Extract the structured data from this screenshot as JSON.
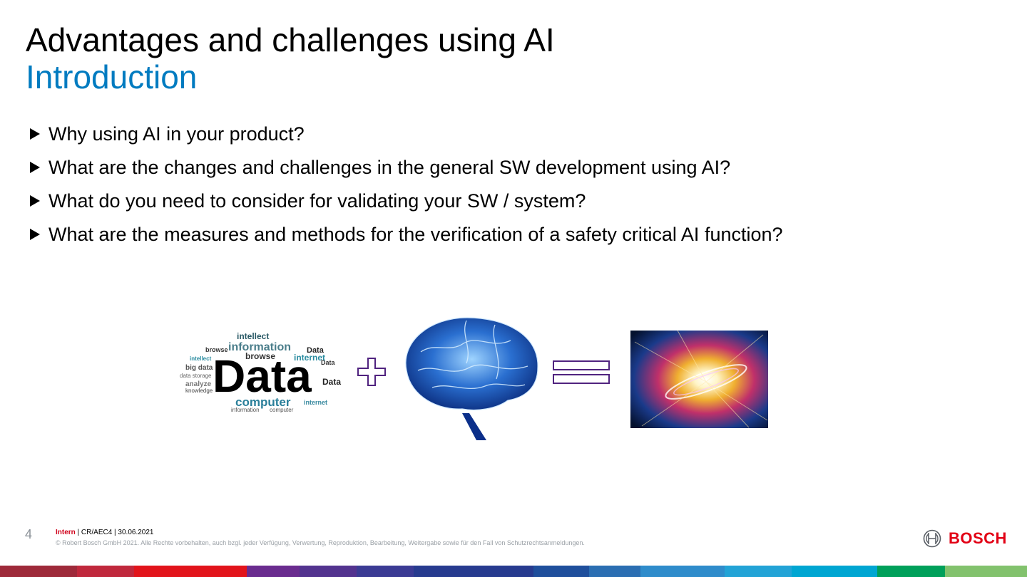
{
  "header": {
    "title": "Advantages and challenges using AI",
    "subtitle": "Introduction"
  },
  "bullets": [
    "Why using AI in your product?",
    "What are the changes and challenges in the general SW development using AI?",
    "What do you need to consider for validating your SW / system?",
    "What are the measures and methods for the verification of a safety critical AI function?"
  ],
  "figure": {
    "wordcloud_main": "Data",
    "wordcloud_words": [
      "intellect",
      "information",
      "browse",
      "Data",
      "internet",
      "big data",
      "data storage",
      "analyze",
      "knowledge",
      "computer",
      "internet",
      "information",
      "computer",
      "Data",
      "Data",
      "browse",
      "intellect"
    ],
    "icons": [
      "data-wordcloud-image",
      "plus-icon",
      "brain-image",
      "equals-icon",
      "explosion-image"
    ]
  },
  "footer": {
    "page_number": "4",
    "classification": "Intern",
    "meta_rest": " | CR/AEC4 | 30.06.2021",
    "copyright": "© Robert Bosch GmbH 2021. Alle Rechte vorbehalten, auch bzgl. jeder Verfügung, Verwertung, Reproduktion, Bearbeitung, Weitergabe sowie für den Fall von Schutzrechtsanmeldungen.",
    "brand": "BOSCH"
  },
  "colors": {
    "accent_blue": "#007bc0",
    "bosch_red": "#e20015",
    "purple": "#50237f",
    "stripe": [
      "#9e2a3a",
      "#c0283c",
      "#e2141b",
      "#6a2c8f",
      "#53338f",
      "#3b3b94",
      "#273b8f",
      "#1f4f9c",
      "#2b6eb2",
      "#2f8ccb",
      "#22a3d6",
      "#00a6d2",
      "#00a05a",
      "#82c26d",
      "#1f8a4b"
    ]
  }
}
